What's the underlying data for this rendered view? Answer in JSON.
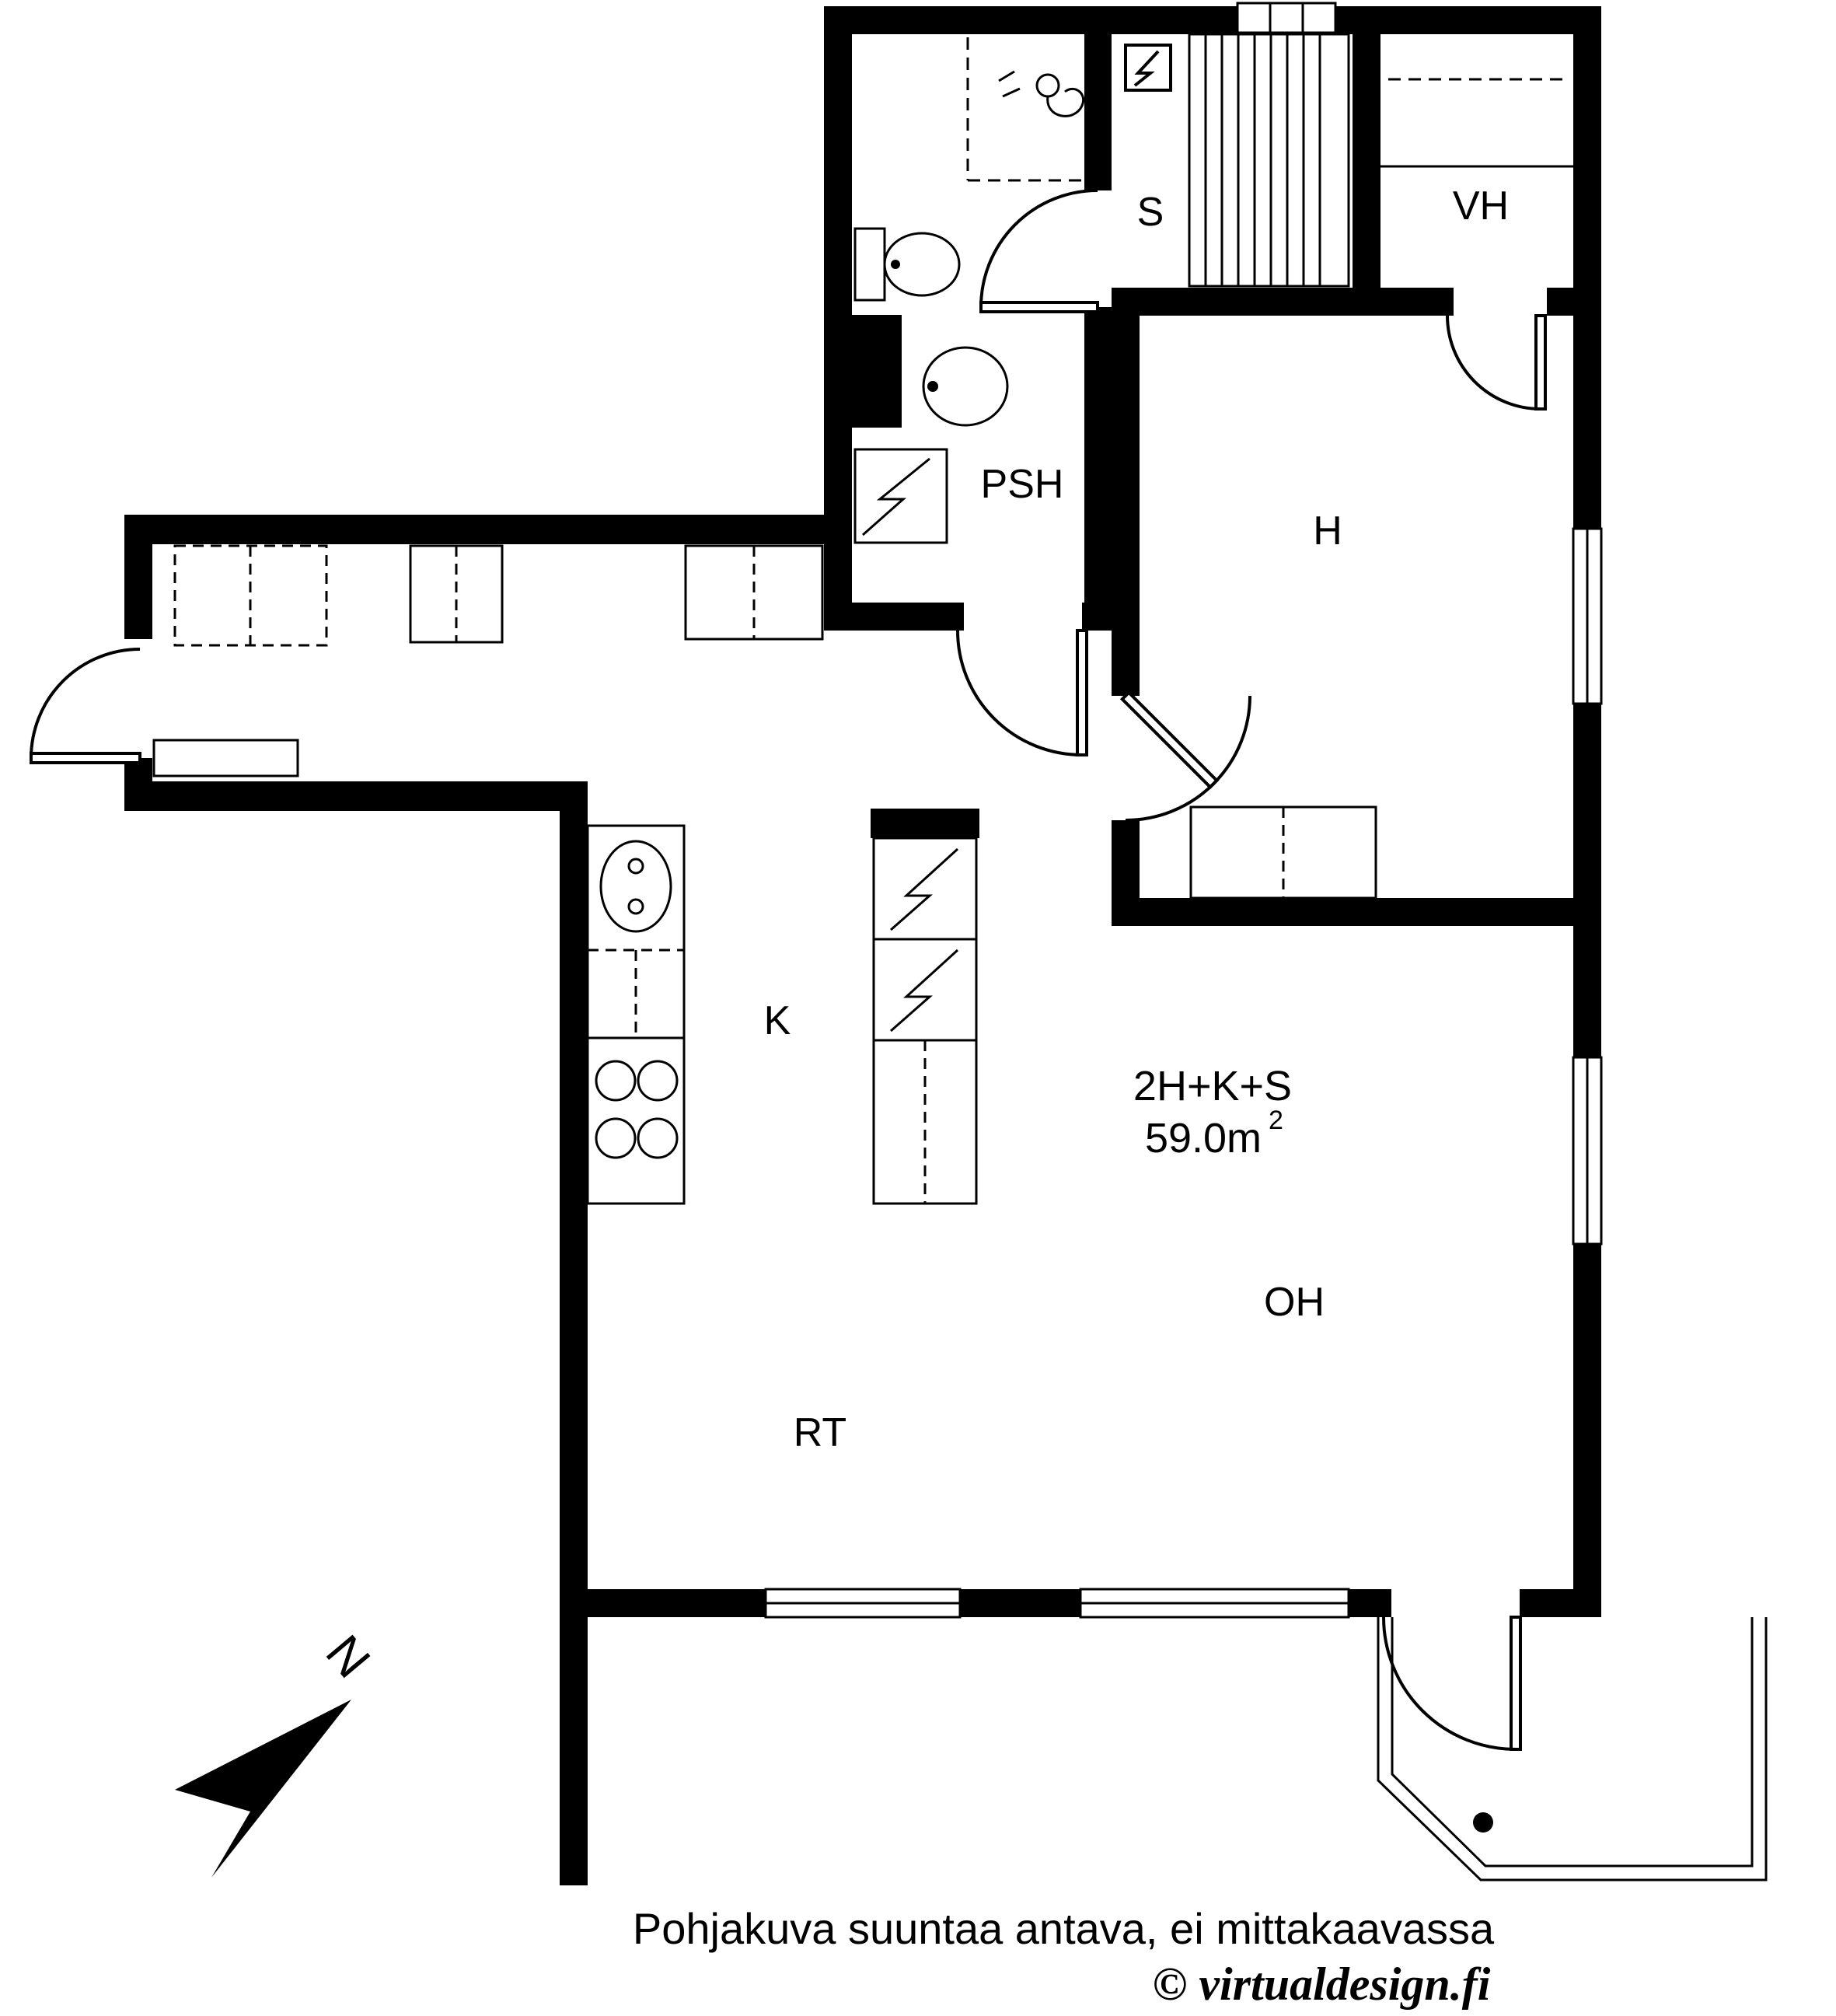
{
  "colors": {
    "wall": "#000000",
    "background": "#ffffff",
    "line": "#000000"
  },
  "rooms": {
    "sauna": {
      "label": "S"
    },
    "closet": {
      "label": "VH"
    },
    "washroom": {
      "label": "PSH"
    },
    "bedroom": {
      "label": "H"
    },
    "kitchen": {
      "label": "K"
    },
    "living": {
      "label": "OH"
    },
    "dining": {
      "label": "RT"
    }
  },
  "apartment": {
    "type": "2H+K+S",
    "area": "59.0m",
    "area_sup": "2"
  },
  "compass": {
    "label": "N"
  },
  "footer": {
    "disclaimer": "Pohjakuva suuntaa antava, ei mittakaavassa",
    "copyright": "© virtualdesign.fi"
  }
}
